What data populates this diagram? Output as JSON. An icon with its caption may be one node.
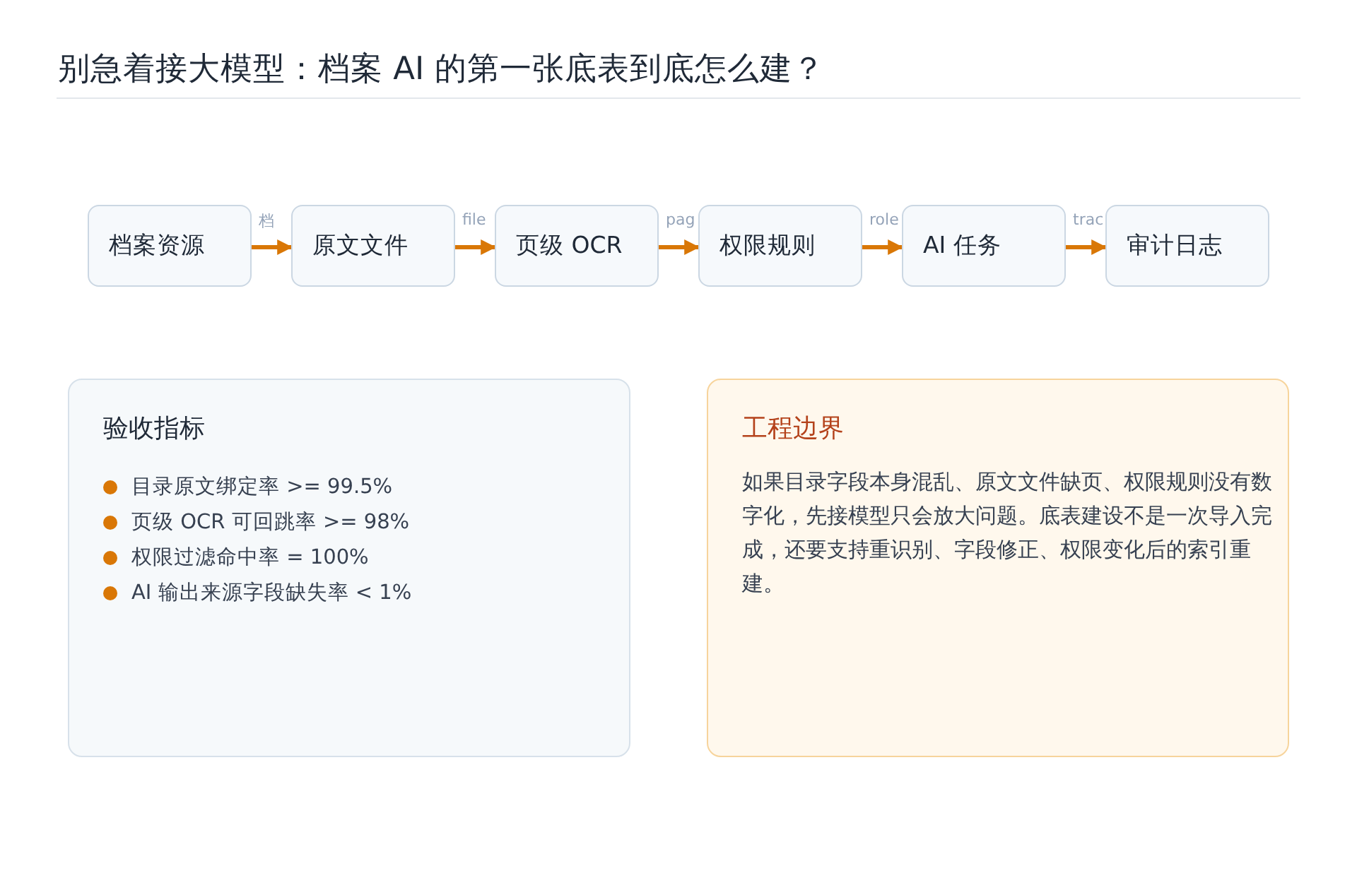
{
  "diagram": {
    "title": "别急着接大模型：档案 AI 的第一张底表到底怎么建？",
    "nodes": [
      {
        "text": [
          "档案资源"
        ]
      },
      {
        "text": [
          "原文文件"
        ]
      },
      {
        "text": [
          "页级 OCR"
        ]
      },
      {
        "text": [
          "权限规则"
        ]
      },
      {
        "text": [
          "AI 任务"
        ]
      },
      {
        "text": [
          "审计日志"
        ]
      },
      {
        "text": [
          "验收指标",
          "目录原文绑定率 >= 99.5%",
          "页级 OCR 可回跳率 >= 98%",
          "权限过滤命中率 = 100%",
          "AI 输出来源字段缺失率 < 1%"
        ]
      },
      {
        "text": [
          "工程边界",
          "如果目录字段本身混乱、原文文件缺页、权限规则没有数字化，先接模型只会放大问题。底表建设不是一次导入完成，还要支持重识别、字段修正、权限变化后的索引重建。"
        ]
      }
    ],
    "edges": [
      {
        "from": 0,
        "to": 1,
        "arrow": "to",
        "label": "档"
      },
      {
        "from": 1,
        "to": 2,
        "arrow": "to",
        "label": "file"
      },
      {
        "from": 2,
        "to": 3,
        "arrow": "to",
        "label": "pag"
      },
      {
        "from": 3,
        "to": 4,
        "arrow": "to",
        "label": "role"
      },
      {
        "from": 4,
        "to": 5,
        "arrow": "to",
        "label": "trac"
      }
    ]
  }
}
